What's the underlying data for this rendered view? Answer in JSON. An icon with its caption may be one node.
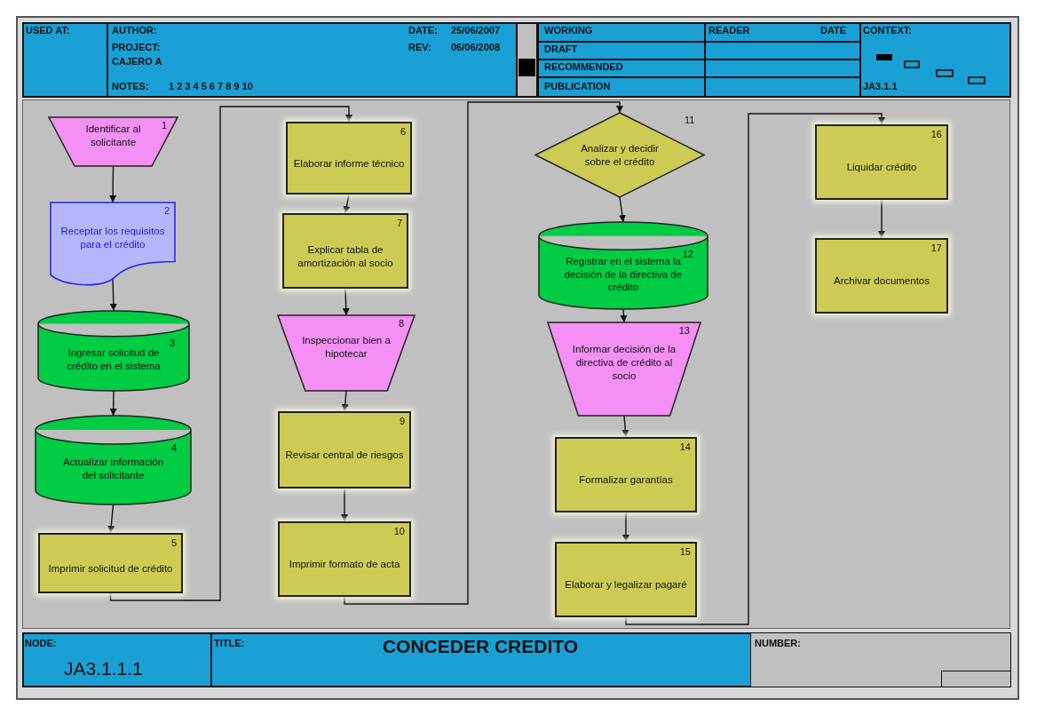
{
  "diagram": {
    "title": "CONCEDER CREDITO",
    "nodes": [
      {
        "text": [
          "1",
          "Identificar al solicitante"
        ]
      },
      {
        "text": [
          "2",
          "Receptar los requisitos para el crédito"
        ]
      },
      {
        "text": [
          "3",
          "Ingresar solicitud de crédito en el sistema"
        ]
      },
      {
        "text": [
          "4",
          "Actualizar información del solicitante"
        ]
      },
      {
        "text": [
          "5",
          "Imprimir solicitud de crédito"
        ]
      },
      {
        "text": [
          "6",
          "Elaborar informe técnico"
        ]
      },
      {
        "text": [
          "7",
          "Explicar tabla de amortización al socio"
        ]
      },
      {
        "text": [
          "8",
          "Inspeccionar bien a hipotecar"
        ]
      },
      {
        "text": [
          "9",
          "Revisar central de riesgos"
        ]
      },
      {
        "text": [
          "10",
          "Imprimir formato de acta"
        ]
      },
      {
        "text": [
          "Analizar y decidir sobre el crédito"
        ],
        "beside": [
          "11"
        ]
      },
      {
        "text": [
          "12",
          "Registrar en el sistema la decisión de la directiva de crédito"
        ]
      },
      {
        "text": [
          "13",
          "Informar decisión de la directiva de crédito al socio"
        ]
      },
      {
        "text": [
          "14",
          "Formalizar garantías"
        ]
      },
      {
        "text": [
          "15",
          "Elaborar y legalizar pagaré"
        ]
      },
      {
        "text": [
          "16",
          "Liquidar crédito"
        ]
      },
      {
        "text": [
          "17",
          "Archivar documentos"
        ]
      }
    ],
    "edges": [
      {
        "from": 0,
        "to": 1,
        "arrow": "to"
      },
      {
        "from": 1,
        "to": 2,
        "arrow": "to"
      },
      {
        "from": 2,
        "to": 3,
        "arrow": "to"
      },
      {
        "from": 3,
        "to": 4,
        "arrow": "to"
      },
      {
        "from": 4,
        "to": 5,
        "arrow": "to"
      },
      {
        "from": 5,
        "to": 6,
        "arrow": "to"
      },
      {
        "from": 6,
        "to": 7,
        "arrow": "to"
      },
      {
        "from": 7,
        "to": 8,
        "arrow": "to"
      },
      {
        "from": 8,
        "to": 9,
        "arrow": "to"
      },
      {
        "from": 9,
        "to": 10,
        "arrow": "to"
      },
      {
        "from": 10,
        "to": 11,
        "arrow": "to"
      },
      {
        "from": 11,
        "to": 12,
        "arrow": "to"
      },
      {
        "from": 12,
        "to": 13,
        "arrow": "to"
      },
      {
        "from": 13,
        "to": 14,
        "arrow": "to"
      },
      {
        "from": 14,
        "to": 15,
        "arrow": "to"
      },
      {
        "from": 15,
        "to": 16,
        "arrow": "to"
      }
    ],
    "labels": [
      "USED AT:",
      "AUTHOR:",
      "DATE:",
      "25/06/2007",
      "PROJECT:",
      "REV:",
      "06/06/2008",
      "CAJERO A",
      "NOTES:",
      "1 2 3 4 5 6 7 8 9 10",
      "WORKING",
      "READER",
      "DATE",
      "CONTEXT:",
      "DRAFT",
      "RECOMMENDED",
      "PUBLICATION",
      "JA3.1.1",
      "NODE:",
      "JA3.1.1.1",
      "TITLE:",
      "NUMBER:"
    ]
  }
}
